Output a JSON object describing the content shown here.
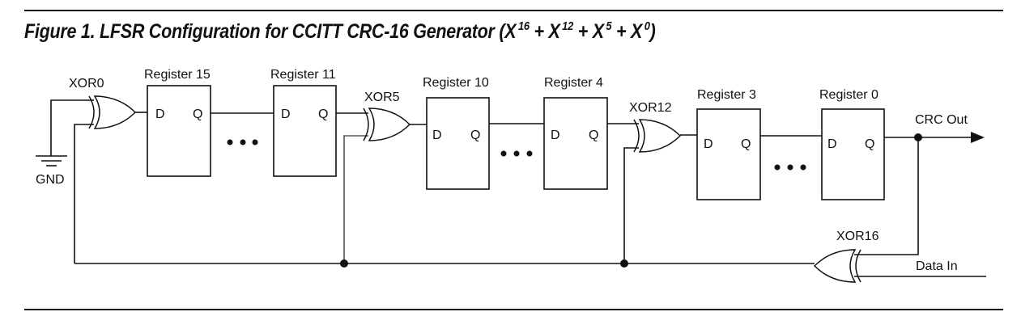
{
  "figure": {
    "title_prefix": "Figure 1. LFSR Configuration for CCITT CRC-16 Generator (",
    "polynomial_terms": [
      {
        "base": "X",
        "exp": "16",
        "sep": " + "
      },
      {
        "base": "X",
        "exp": "12",
        "sep": " + "
      },
      {
        "base": "X",
        "exp": "5",
        "sep": " + "
      },
      {
        "base": "X",
        "exp": "0",
        "sep": ""
      }
    ],
    "title_suffix": ")"
  },
  "diagram": {
    "registers": [
      {
        "label": "Register 15",
        "d": "D",
        "q": "Q"
      },
      {
        "label": "Register 11",
        "d": "D",
        "q": "Q"
      },
      {
        "label": "Register 10",
        "d": "D",
        "q": "Q"
      },
      {
        "label": "Register 4",
        "d": "D",
        "q": "Q"
      },
      {
        "label": "Register 3",
        "d": "D",
        "q": "Q"
      },
      {
        "label": "Register 0",
        "d": "D",
        "q": "Q"
      }
    ],
    "gates": [
      {
        "label": "XOR0",
        "type": "xor"
      },
      {
        "label": "XOR5",
        "type": "xor"
      },
      {
        "label": "XOR12",
        "type": "xor"
      },
      {
        "label": "XOR16",
        "type": "xor"
      }
    ],
    "ground_label": "GND",
    "output_label": "CRC Out",
    "input_label": "Data In",
    "ellipsis": "• • •"
  }
}
